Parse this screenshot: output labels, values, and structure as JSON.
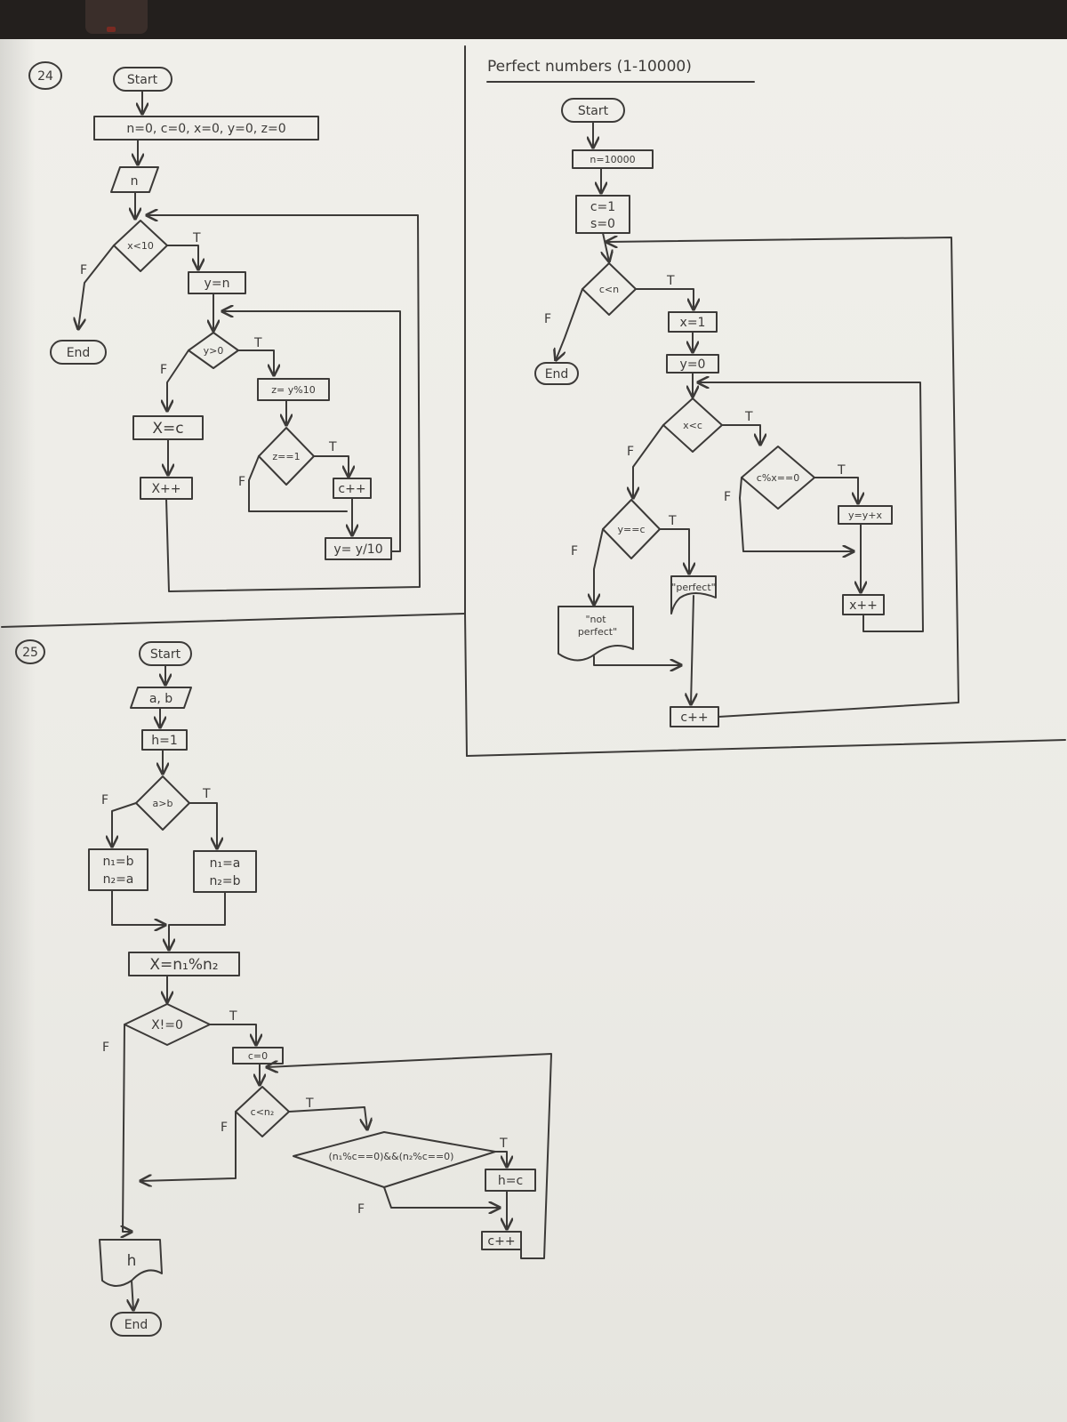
{
  "section_24": {
    "number": "24",
    "start": "Start",
    "init": "n=0, c=0, x=0, y=0, z=0",
    "input": "n",
    "loop_condition": "x<10",
    "assign_y": "y=n",
    "inner_condition": "y>0",
    "assign_z": "z= y%10",
    "z_condition": "z==1",
    "inc_c": "c++",
    "div_y": "y= y/10",
    "assign_x": "X=c",
    "inc_x": "X++",
    "end": "End",
    "t": "T",
    "f": "F"
  },
  "section_perfect": {
    "title": "Perfect numbers (1-10000)",
    "start": "Start",
    "assign_n": "n=10000",
    "init_c": "c=1",
    "init_s": "s=0",
    "loop_condition": "c<n",
    "assign_x": "x=1",
    "assign_y": "y=0",
    "inner_condition": "x<c",
    "divisor_condition": "c%x==0",
    "add_y": "y=y+x",
    "inc_x": "x++",
    "equal_condition": "y==c",
    "perfect_output": "\"perfect\"",
    "not_perfect_output_1": "\"not",
    "not_perfect_output_2": "perfect\"",
    "inc_c": "c++",
    "end": "End",
    "t": "T",
    "f": "F"
  },
  "section_25": {
    "number": "25",
    "start": "Start",
    "input": "a, b",
    "init_h": "h=1",
    "compare_condition": "a>b",
    "false_assign_1": "n₁=b",
    "false_assign_2": "n₂=a",
    "true_assign_1": "n₁=a",
    "true_assign_2": "n₂=b",
    "assign_x": "X=n₁%n₂",
    "x_condition": "X!=0",
    "init_c": "c=0",
    "loop_condition": "c<n₂",
    "common_condition": "(n₁%c==0)&&(n₂%c==0)",
    "assign_h": "h=c",
    "inc_c": "c++",
    "output": "h",
    "end": "End",
    "t": "T",
    "f": "F"
  }
}
